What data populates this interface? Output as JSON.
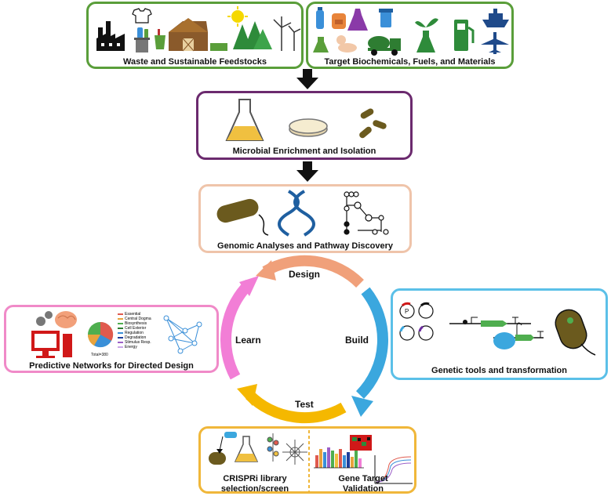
{
  "boxes": {
    "waste": {
      "label": "Waste and Sustainable Feedstocks",
      "color": "#5a9e3a"
    },
    "target": {
      "label": "Target Biochemicals, Fuels, and Materials",
      "color": "#5a9e3a"
    },
    "enrichment": {
      "label": "Microbial Enrichment and Isolation",
      "color": "#6b2a6e"
    },
    "genomic": {
      "label": "Genomic Analyses and Pathway Discovery",
      "color": "#efc4aa"
    },
    "predictive": {
      "label": "Predictive Networks for Directed Design",
      "color": "#f08ac8"
    },
    "genetic": {
      "label": "Genetic tools and transformation",
      "color": "#5bc0e8"
    },
    "crispri": {
      "label_line1": "CRISPRi library",
      "label_line2": "selection/screen",
      "color": "#f0b73a"
    },
    "validation": {
      "label_line1": "Gene Target",
      "label_line2": "Validation"
    }
  },
  "cycle": {
    "design": "Design",
    "build": "Build",
    "test": "Test",
    "learn": "Learn",
    "colors": {
      "design": "#f0a07a",
      "build": "#3ba7de",
      "test": "#f5b800",
      "learn": "#f27ed6"
    }
  },
  "pie": {
    "total_label": "Total=380",
    "legend": [
      {
        "label": "Essential",
        "color": "#e05a4e"
      },
      {
        "label": "Central Dogma",
        "color": "#e8a33d"
      },
      {
        "label": "Biosynthesis",
        "color": "#4fae4f"
      },
      {
        "label": "Cell Exterior",
        "color": "#2e7d32"
      },
      {
        "label": "Regulation",
        "color": "#3a8fd8"
      },
      {
        "label": "Degradation",
        "color": "#1f3f9a"
      },
      {
        "label": "Stimulus Resp.",
        "color": "#9c5fc7"
      },
      {
        "label": "Energy",
        "color": "#c9a6e8"
      }
    ]
  }
}
